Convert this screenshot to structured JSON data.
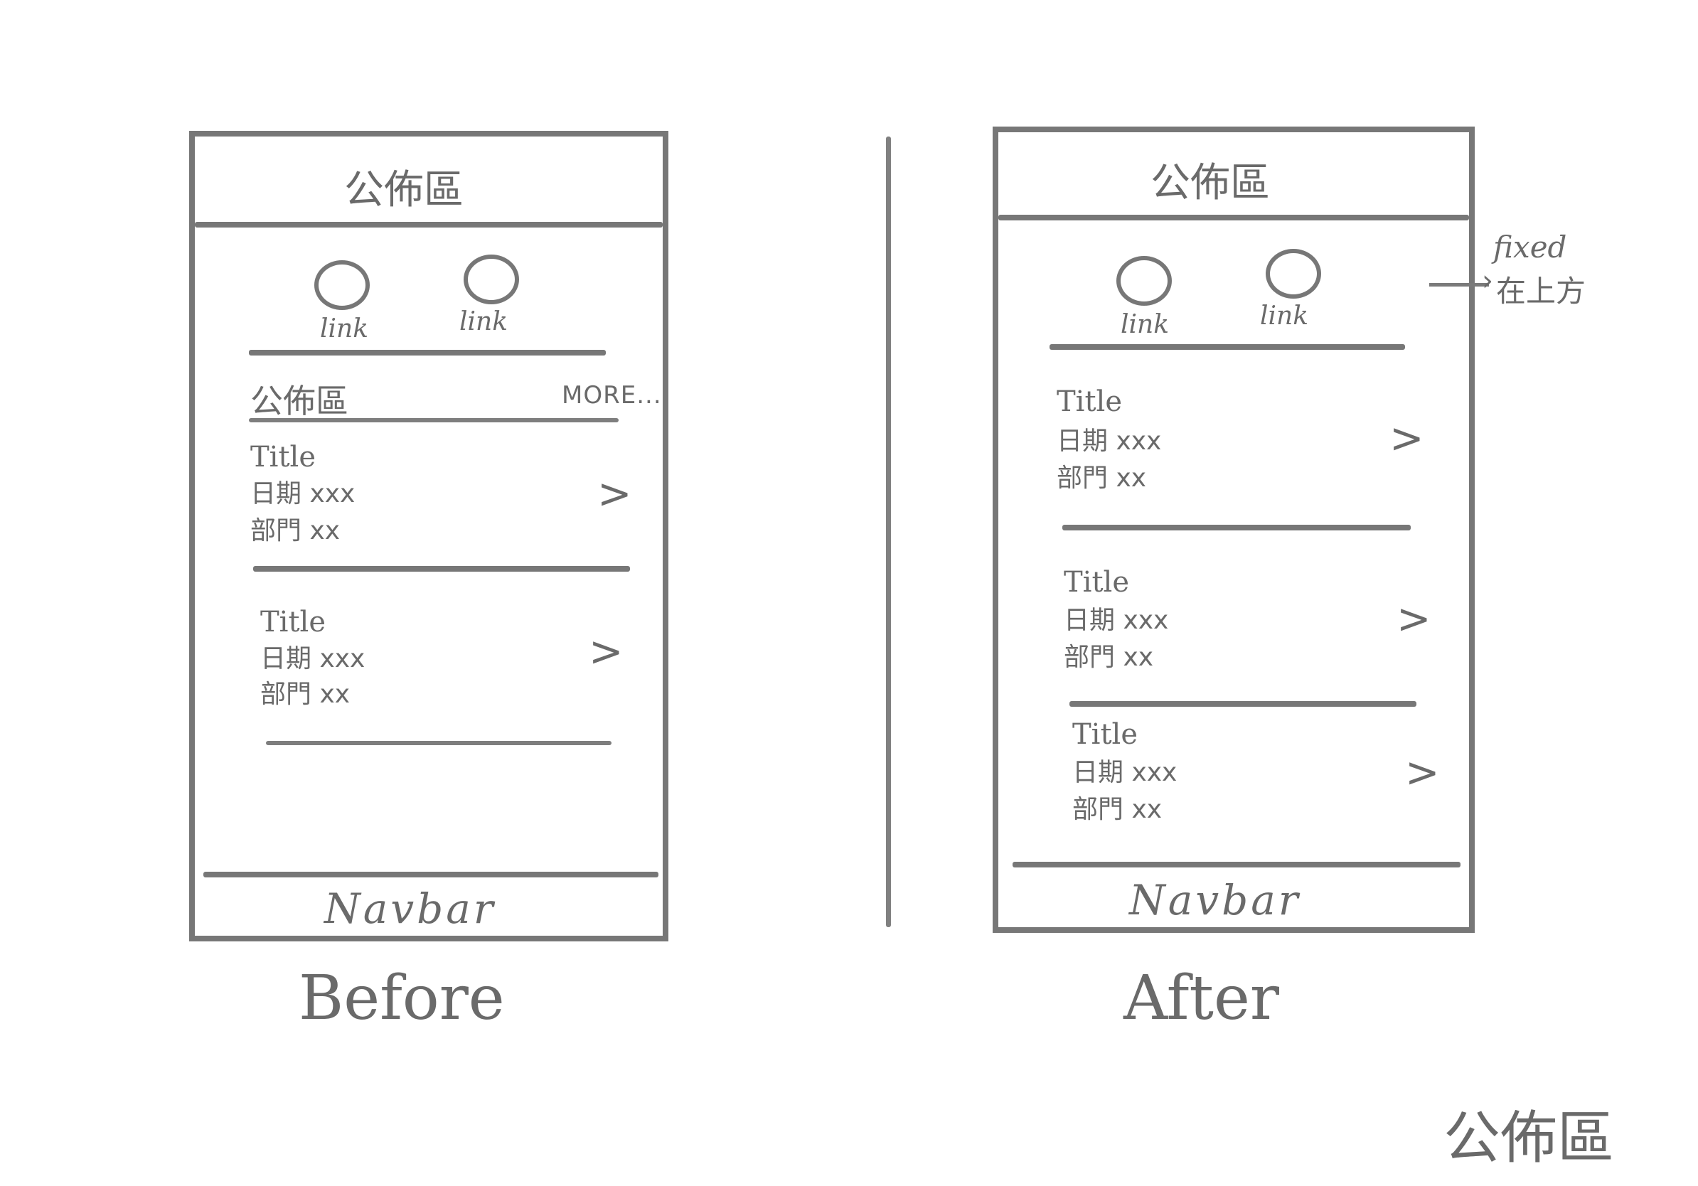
{
  "sketch": {
    "before": {
      "header_title": "公佈區",
      "links": [
        "link",
        "link"
      ],
      "section_title": "公佈區",
      "more_label": "MORE...",
      "items": [
        {
          "title": "Title",
          "date": "日期 xxx",
          "dept": "部門 xx",
          "chevron": ">"
        },
        {
          "title": "Title",
          "date": "日期 xxx",
          "dept": "部門 xx",
          "chevron": ">"
        }
      ],
      "navbar": "Navbar",
      "caption": "Before"
    },
    "after": {
      "header_title": "公佈區",
      "links": [
        "link",
        "link"
      ],
      "items": [
        {
          "title": "Title",
          "date": "日期 xxx",
          "dept": "部門 xx",
          "chevron": ">"
        },
        {
          "title": "Title",
          "date": "日期 xxx",
          "dept": "部門 xx",
          "chevron": ">"
        },
        {
          "title": "Title",
          "date": "日期 xxx",
          "dept": "部門 xx",
          "chevron": ">"
        }
      ],
      "navbar": "Navbar",
      "caption": "After",
      "annotation": {
        "line1": "fixed",
        "line2": "在上方"
      }
    },
    "corner_label": "公佈區"
  }
}
